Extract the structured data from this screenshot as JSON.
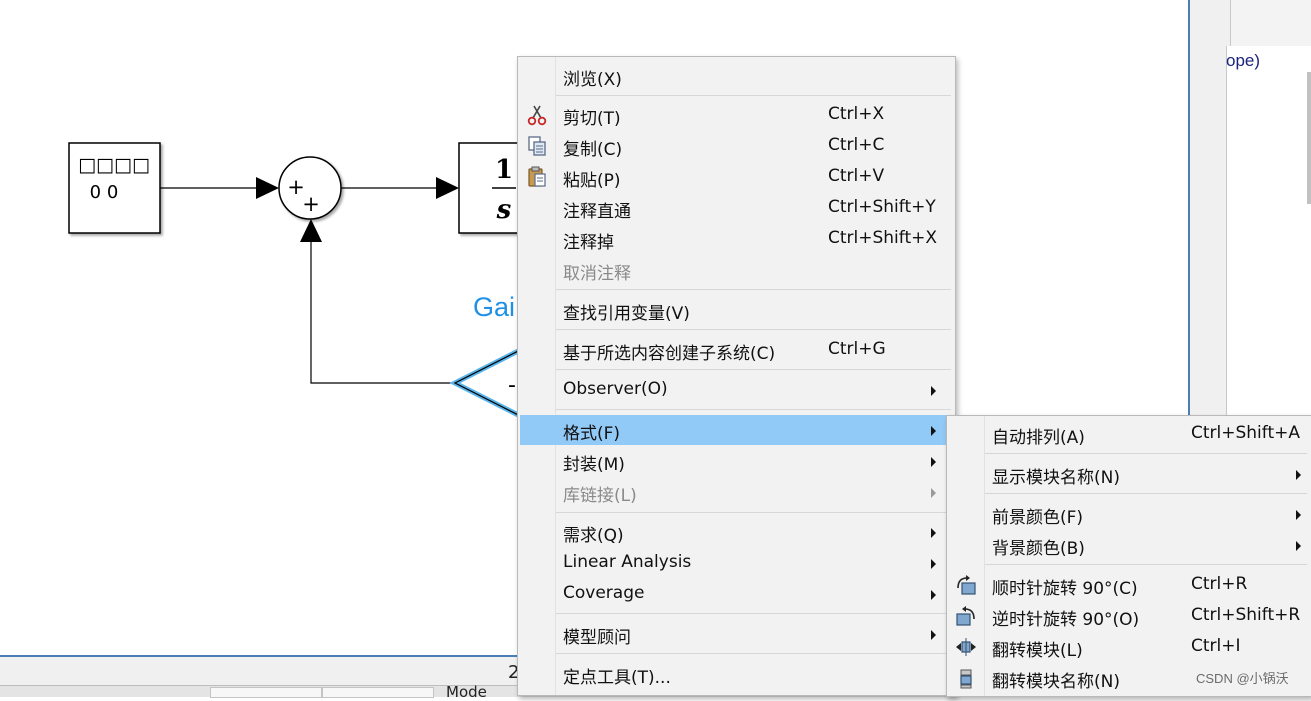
{
  "diagram": {
    "source_block_text_line1": "□□□□",
    "source_block_text_line2": "0 0",
    "sum_signs": [
      "+",
      "+"
    ],
    "integrator_numerator": "1",
    "integrator_denominator": "s",
    "gain_label": "Gai",
    "gain_sign": "-"
  },
  "right_panel": {
    "partial_text": "ope)"
  },
  "bottom_bar": {
    "number": "2",
    "model_text": "Mode"
  },
  "context_menu": {
    "items": [
      {
        "label": "浏览(X)",
        "shortcut": ""
      },
      {
        "label": "剪切(T)",
        "shortcut": "Ctrl+X",
        "icon": "scissors-icon"
      },
      {
        "label": "复制(C)",
        "shortcut": "Ctrl+C",
        "icon": "copy-icon"
      },
      {
        "label": "粘贴(P)",
        "shortcut": "Ctrl+V",
        "icon": "paste-icon"
      },
      {
        "label": "注释直通",
        "shortcut": "Ctrl+Shift+Y"
      },
      {
        "label": "注释掉",
        "shortcut": "Ctrl+Shift+X"
      },
      {
        "label": "取消注释",
        "shortcut": "",
        "disabled": true
      },
      {
        "label": "查找引用变量(V)",
        "shortcut": ""
      },
      {
        "label": "基于所选内容创建子系统(C)",
        "shortcut": "Ctrl+G"
      },
      {
        "label": "Observer(O)",
        "submenu": true
      },
      {
        "label": "格式(F)",
        "submenu": true,
        "highlighted": true
      },
      {
        "label": "封装(M)",
        "submenu": true
      },
      {
        "label": "库链接(L)",
        "submenu": true,
        "disabled": true
      },
      {
        "label": "需求(Q)",
        "submenu": true
      },
      {
        "label": "Linear Analysis",
        "submenu": true
      },
      {
        "label": "Coverage",
        "submenu": true
      },
      {
        "label": "模型顾问",
        "submenu": true
      },
      {
        "label": "定点工具(T)...",
        "shortcut": ""
      }
    ]
  },
  "format_submenu": {
    "items": [
      {
        "label": "自动排列(A)",
        "shortcut": "Ctrl+Shift+A"
      },
      {
        "label": "显示模块名称(N)",
        "submenu": true
      },
      {
        "label": "前景颜色(F)",
        "submenu": true
      },
      {
        "label": "背景颜色(B)",
        "submenu": true
      },
      {
        "label": "顺时针旋转 90°(C)",
        "shortcut": "Ctrl+R",
        "icon": "rotate-clockwise-icon"
      },
      {
        "label": "逆时针旋转 90°(O)",
        "shortcut": "Ctrl+Shift+R",
        "icon": "rotate-counterclockwise-icon"
      },
      {
        "label": "翻转模块(L)",
        "shortcut": "Ctrl+I",
        "icon": "flip-block-icon"
      },
      {
        "label": "翻转模块名称(N)",
        "shortcut": "",
        "icon": "flip-name-icon"
      }
    ]
  },
  "watermark": "CSDN @小锅沃",
  "colors": {
    "menu_highlight": "#91c9f7",
    "gain_label": "#1e90e6",
    "gain_outline": "#5ab4ec",
    "panel_border": "#4a7fb5"
  }
}
